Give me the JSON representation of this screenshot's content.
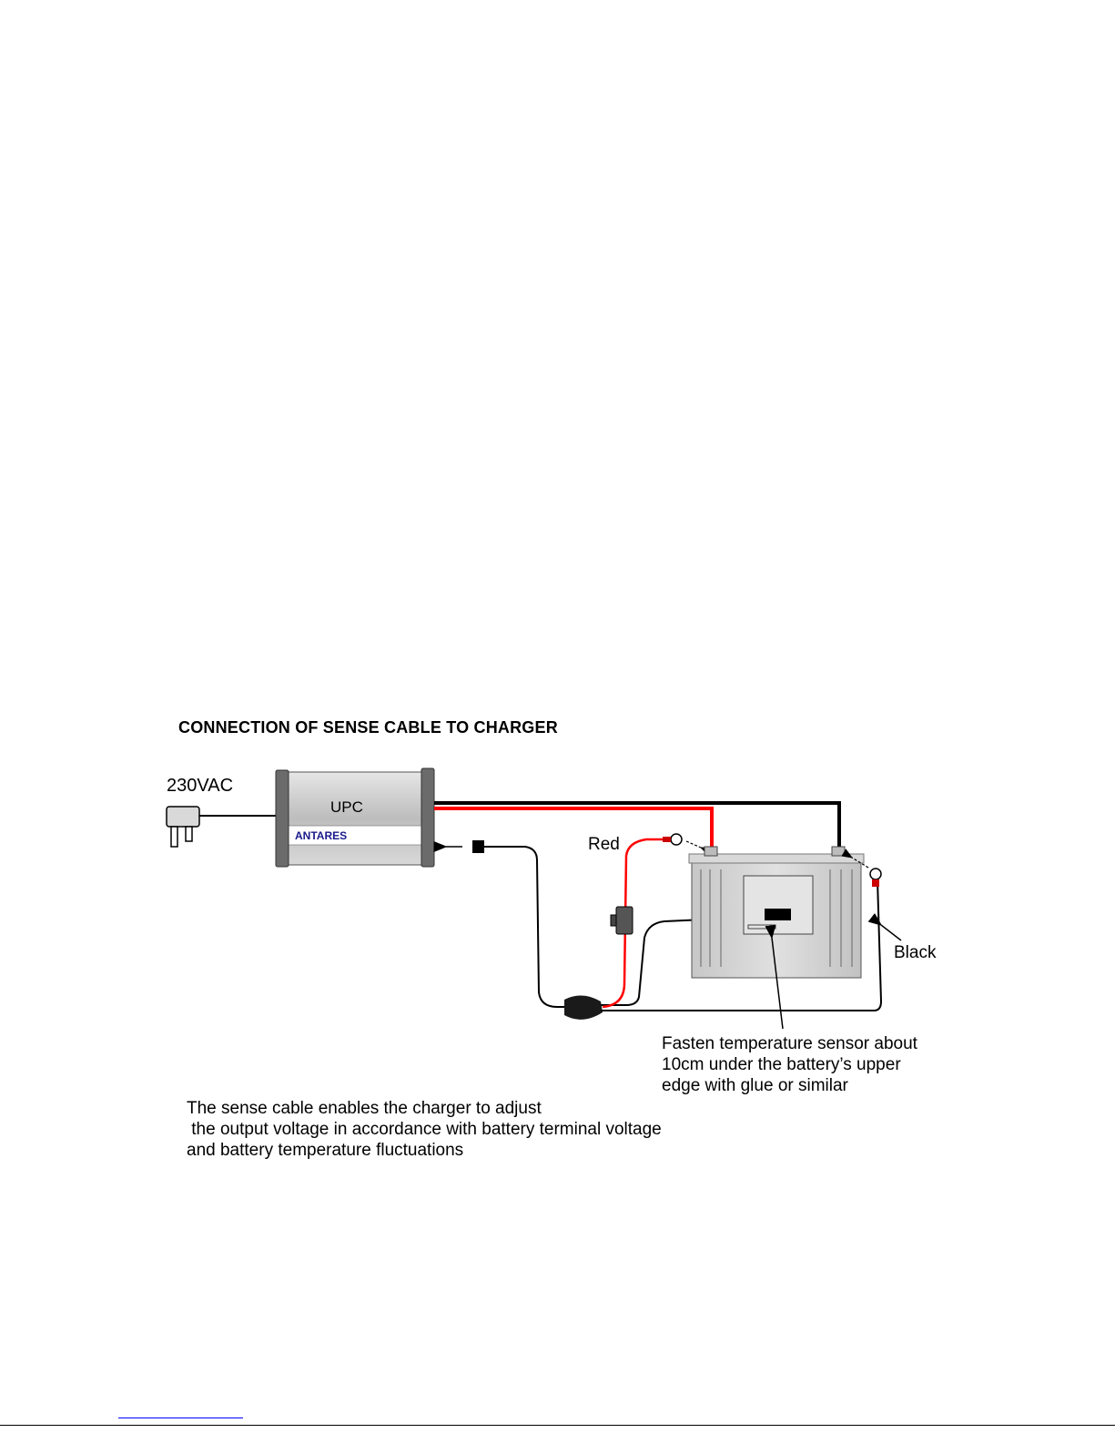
{
  "title": "CONNECTION OF SENSE  CABLE TO CHARGER",
  "mains_label": "230VAC",
  "charger": {
    "model": "UPC",
    "brand": "ANTARES"
  },
  "red_label": "Red",
  "black_label": "Black",
  "sensor_note": "Fasten temperature sensor about\n10cm under the battery’s upper\nedge with glue or similar",
  "sense_note": "The sense cable enables the charger to adjust\n the output voltage in accordance with battery terminal voltage\nand battery temperature fluctuations",
  "colors": {
    "positive": "#ff0000",
    "negative": "#000000",
    "charger_body": "#cfcfcf",
    "brand": "#1a1a8c"
  }
}
